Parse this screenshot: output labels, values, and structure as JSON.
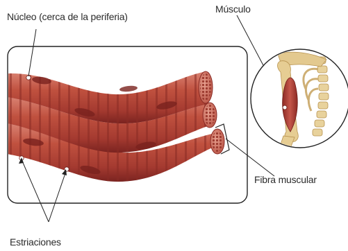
{
  "labels": {
    "nucleus": "Núcleo (cerca de la periferia)",
    "muscle": "Músculo",
    "fiber": "Fibra muscular",
    "striations": "Estriaciones"
  },
  "colors": {
    "fiber_base": "#b8463c",
    "fiber_dark": "#7e2320",
    "fiber_light": "#d97a6c",
    "stripe": "#8f2e28",
    "frame": "#222222",
    "bone": "#e3c98f",
    "bone_dark": "#b7924f",
    "muscle": "#a83b32"
  }
}
